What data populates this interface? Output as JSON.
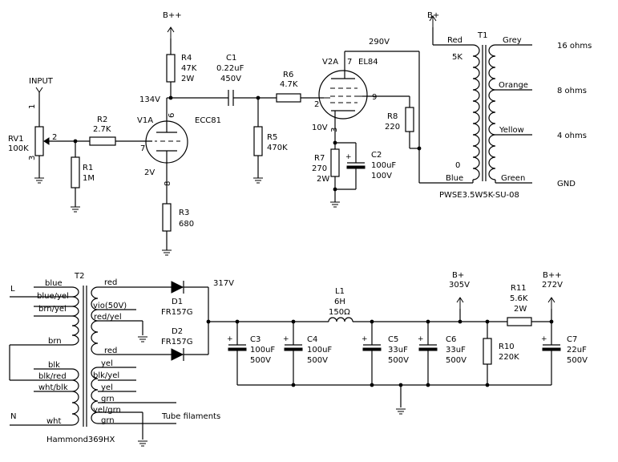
{
  "amp": {
    "input_label": "INPUT",
    "bpp_top": "B++",
    "bp_top": "B+",
    "v_134": "134V",
    "v_290": "290V",
    "v_10": "10V",
    "v_2": "2V",
    "rv1": {
      "name": "RV1",
      "value": "100K",
      "pin1": "1",
      "pin2": "2",
      "pin3": "3"
    },
    "r1": {
      "name": "R1",
      "value": "1M"
    },
    "r2": {
      "name": "R2",
      "value": "2.7K"
    },
    "r3": {
      "name": "R3",
      "value": "680"
    },
    "r4": {
      "name": "R4",
      "value1": "47K",
      "value2": "2W"
    },
    "c1": {
      "name": "C1",
      "value1": "0.22uF",
      "value2": "450V"
    },
    "r5": {
      "name": "R5",
      "value": "470K"
    },
    "r6": {
      "name": "R6",
      "value": "4.7K"
    },
    "r7": {
      "name": "R7",
      "value1": "270",
      "value2": "2W"
    },
    "r8": {
      "name": "R8",
      "value": "220"
    },
    "c2": {
      "name": "C2",
      "value1": "100uF",
      "value2": "100V"
    },
    "v1a": {
      "name": "V1A",
      "type": "ECC81",
      "pin_plate": "6",
      "pin_grid": "7",
      "pin_cathode": "8"
    },
    "v2a": {
      "name": "V2A",
      "type": "EL84",
      "pin_plate": "7",
      "pin_grid": "2",
      "pin_g2": "9",
      "pin_cathode": "3"
    },
    "t1": {
      "name": "T1",
      "pri_red": "Red",
      "pri_5k": "5K",
      "pri_0": "0",
      "pri_blue": "Blue",
      "sec_grey": "Grey",
      "sec_orange": "Orange",
      "sec_yellow": "Yellow",
      "sec_green": "Green",
      "out_16": "16 ohms",
      "out_8": "8 ohms",
      "out_4": "4 ohms",
      "out_gnd": "GND",
      "part": "PWSE3.5W5K-SU-08"
    }
  },
  "psu": {
    "l_label": "L",
    "n_label": "N",
    "t2": {
      "name": "T2",
      "part": "Hammond369HX",
      "pri_taps": [
        "blue",
        "blue/yel",
        "brn/yel",
        "brn",
        "blk",
        "blk/red",
        "wht/blk",
        "wht"
      ],
      "sec_taps": [
        "red",
        "vio(50V)",
        "red/yel",
        "red",
        "yel",
        "blk/yel",
        "yel",
        "grn",
        "yel/grn",
        "grn"
      ]
    },
    "d1": {
      "name": "D1",
      "type": "FR157G"
    },
    "d2": {
      "name": "D2",
      "type": "FR157G"
    },
    "v_317": "317V",
    "l1": {
      "name": "L1",
      "value1": "6H",
      "value2": "150Ω"
    },
    "c3": {
      "name": "C3",
      "value1": "100uF",
      "value2": "500V"
    },
    "c4": {
      "name": "C4",
      "value1": "100uF",
      "value2": "500V"
    },
    "c5": {
      "name": "C5",
      "value1": "33uF",
      "value2": "500V"
    },
    "c6": {
      "name": "C6",
      "value1": "33uF",
      "value2": "500V"
    },
    "c7": {
      "name": "C7",
      "value1": "22uF",
      "value2": "500V"
    },
    "r10": {
      "name": "R10",
      "value": "220K"
    },
    "r11": {
      "name": "R11",
      "value1": "5.6K",
      "value2": "2W"
    },
    "bp_label": "B+",
    "bp_v": "305V",
    "bpp_label": "B++",
    "bpp_v": "272V",
    "filaments": "Tube filaments"
  }
}
